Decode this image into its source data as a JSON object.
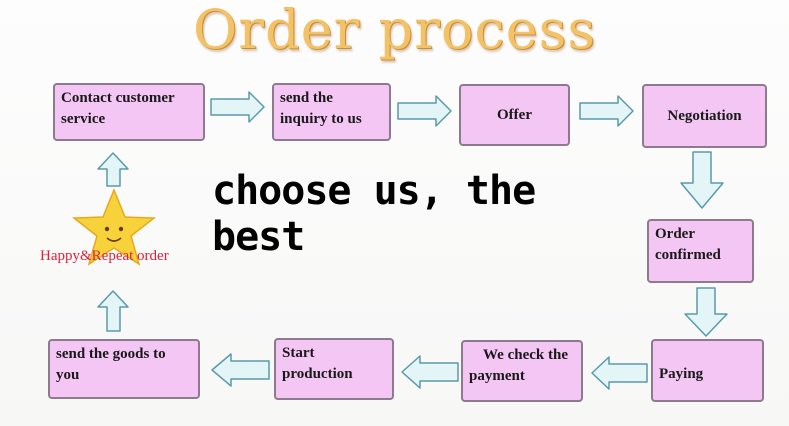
{
  "title": "Order process",
  "tagline": "choose us, the best",
  "happy_label": "Happy&Repeat order",
  "steps": {
    "contact": {
      "line1": "Contact customer",
      "line2": "service"
    },
    "inquiry": {
      "line1": "send the",
      "line2": "inquiry to us"
    },
    "offer": "Offer",
    "negotiation": "Negotiation",
    "confirmed": {
      "line1": "Order",
      "line2": "confirmed"
    },
    "paying": "Paying",
    "check": {
      "line1": "We check the",
      "line2": "payment"
    },
    "production": {
      "line1": "Start",
      "line2": "production"
    },
    "goods": {
      "line1": "send the goods to",
      "line2": "you"
    }
  },
  "colors": {
    "box_fill": "#f3c6f3",
    "box_border": "#8e7a8e",
    "arrow_fill": "#e4f5f7",
    "arrow_stroke": "#5a9aaa",
    "title": "#f3c266",
    "happy_text": "#e0203a",
    "star": "#f7d23a"
  }
}
